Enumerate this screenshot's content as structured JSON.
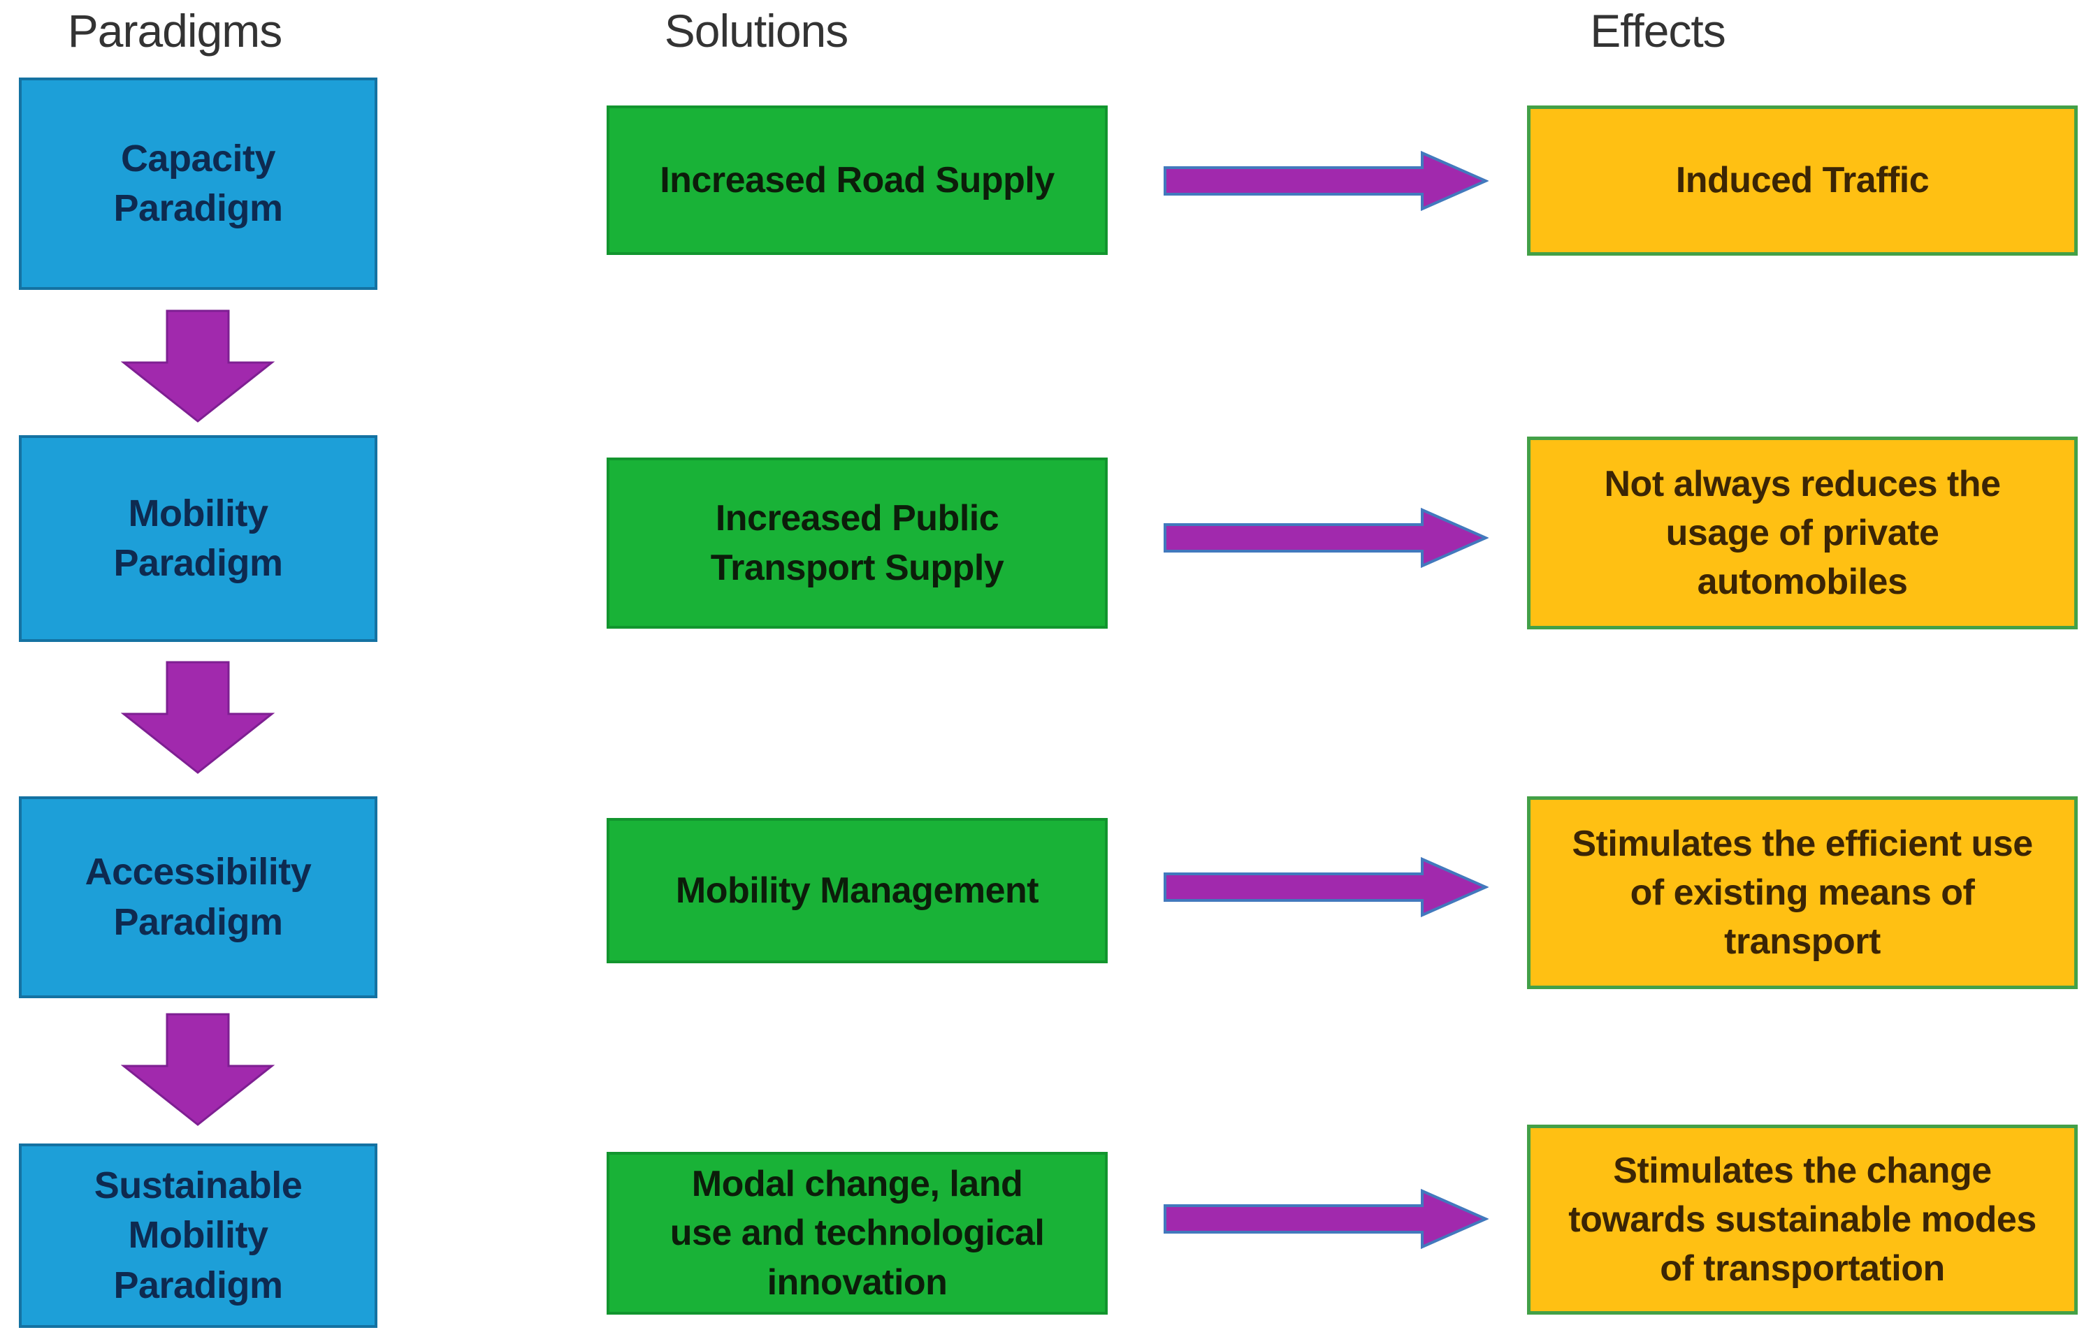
{
  "headers": {
    "paradigms": "Paradigms",
    "solutions": "Solutions",
    "effects": "Effects"
  },
  "rows": [
    {
      "paradigm": "Capacity Paradigm",
      "solution": "Increased Road Supply",
      "effect": "Induced Traffic"
    },
    {
      "paradigm": "Mobility Paradigm",
      "solution": "Increased Public Transport Supply",
      "effect": "Not always reduces the usage of private automobiles"
    },
    {
      "paradigm": "Accessibility Paradigm",
      "solution": "Mobility Management",
      "effect": "Stimulates the efficient use of existing means of transport"
    },
    {
      "paradigm": "Sustainable Mobility Paradigm",
      "solution": "Modal change, land use and technological innovation",
      "effect": "Stimulates the change towards sustainable modes of transportation"
    }
  ],
  "icons": {
    "down_arrow": "block-arrow-down",
    "right_arrow": "block-arrow-right"
  },
  "colors": {
    "paradigm_fill": "#1d9fd8",
    "paradigm_border": "#1472a2",
    "solution_fill": "#19b237",
    "solution_border": "#12952e",
    "effect_fill": "#ffc013",
    "effect_border": "#43a047",
    "arrow_fill": "#a129ad",
    "arrow_outline": "#4279bd",
    "header_text": "#333333"
  }
}
